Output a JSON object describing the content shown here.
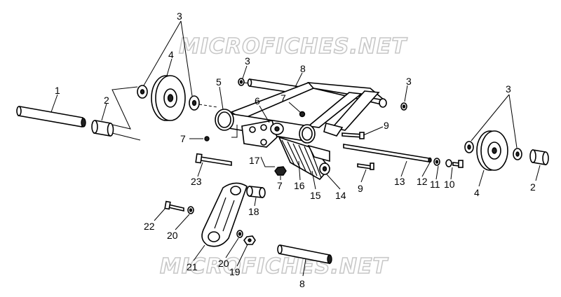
{
  "watermarks": [
    "MICROFICHES.NET",
    "MICROFICHES.NET"
  ],
  "callouts": [
    {
      "key": "c1",
      "text": "1"
    },
    {
      "key": "c2a",
      "text": "2"
    },
    {
      "key": "c3a",
      "text": "3"
    },
    {
      "key": "c4a",
      "text": "4"
    },
    {
      "key": "c3b",
      "text": "3"
    },
    {
      "key": "c8a",
      "text": "8"
    },
    {
      "key": "c5",
      "text": "5"
    },
    {
      "key": "c6",
      "text": "6"
    },
    {
      "key": "c7a",
      "text": "7"
    },
    {
      "key": "c3c",
      "text": "3"
    },
    {
      "key": "c3d",
      "text": "3"
    },
    {
      "key": "c9a",
      "text": "9"
    },
    {
      "key": "c7b",
      "text": "7"
    },
    {
      "key": "c23",
      "text": "23"
    },
    {
      "key": "c17",
      "text": "17"
    },
    {
      "key": "c7c",
      "text": "7"
    },
    {
      "key": "c16",
      "text": "16"
    },
    {
      "key": "c15",
      "text": "15"
    },
    {
      "key": "c14",
      "text": "14"
    },
    {
      "key": "c9b",
      "text": "9"
    },
    {
      "key": "c13",
      "text": "13"
    },
    {
      "key": "c12",
      "text": "12"
    },
    {
      "key": "c11",
      "text": "11"
    },
    {
      "key": "c10",
      "text": "10"
    },
    {
      "key": "c4b",
      "text": "4"
    },
    {
      "key": "c2b",
      "text": "2"
    },
    {
      "key": "c18",
      "text": "18"
    },
    {
      "key": "c22",
      "text": "22"
    },
    {
      "key": "c20a",
      "text": "20"
    },
    {
      "key": "c21",
      "text": "21"
    },
    {
      "key": "c20b",
      "text": "20"
    },
    {
      "key": "c19",
      "text": "19"
    },
    {
      "key": "c8b",
      "text": "8"
    }
  ]
}
